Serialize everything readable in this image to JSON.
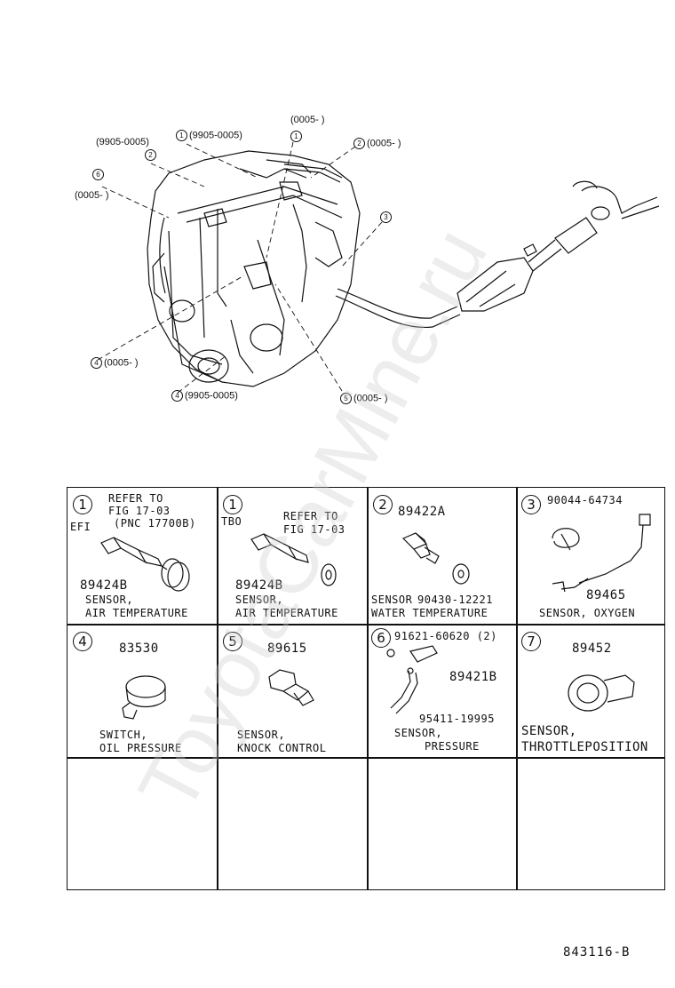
{
  "watermark": "ToyotaCarMine.ru",
  "diagram_code": "843116-B",
  "callouts": [
    {
      "id": "c1",
      "num": "1",
      "text": "(9905-0005)"
    },
    {
      "id": "c2",
      "num": "1",
      "text": ""
    },
    {
      "id": "c3",
      "num": "",
      "text": "(0005-    )"
    },
    {
      "id": "c4",
      "num": "2",
      "text": "(0005-    )"
    },
    {
      "id": "c5",
      "num": "",
      "text": "(9905-0005)"
    },
    {
      "id": "c6",
      "num": "2",
      "text": ""
    },
    {
      "id": "c7",
      "num": "6",
      "text": ""
    },
    {
      "id": "c8",
      "num": "",
      "text": "(0005-    )"
    },
    {
      "id": "c9",
      "num": "3",
      "text": ""
    },
    {
      "id": "c10",
      "num": "4",
      "text": "(0005-    )"
    },
    {
      "id": "c11",
      "num": "4",
      "text": "(9905-0005)"
    },
    {
      "id": "c12",
      "num": "5",
      "text": "(0005-    )"
    }
  ],
  "cells": [
    {
      "num": "1",
      "lines": [
        "REFER TO",
        "FIG 17-03",
        "(PNC 17700B)"
      ],
      "tag": "EFI",
      "part": "89424B",
      "desc": [
        "SENSOR,",
        "AIR TEMPERATURE"
      ]
    },
    {
      "num": "1",
      "lines": [
        "REFER TO",
        "FIG 17-03"
      ],
      "tag": "TBO",
      "part": "89424B",
      "desc": [
        "SENSOR,",
        "AIR TEMPERATURE"
      ]
    },
    {
      "num": "2",
      "part": "89422A",
      "part2": "90430-12221",
      "desc": [
        "SENSOR",
        "WATER TEMPERATURE"
      ]
    },
    {
      "num": "3",
      "part": "90044-64734",
      "part2": "89465",
      "desc": [
        "SENSOR, OXYGEN"
      ]
    },
    {
      "num": "4",
      "part": "83530",
      "desc": [
        "SWITCH,",
        "OIL PRESSURE"
      ]
    },
    {
      "num": "5",
      "part": "89615",
      "desc": [
        "SENSOR,",
        "KNOCK CONTROL"
      ]
    },
    {
      "num": "6",
      "part": "91621-60620 (2)",
      "part2": "89421B",
      "part3": "95411-19995",
      "desc": [
        "SENSOR,",
        "PRESSURE"
      ]
    },
    {
      "num": "7",
      "part": "89452",
      "desc": [
        "SENSOR,",
        "THROTTLEPOSITION"
      ]
    }
  ]
}
